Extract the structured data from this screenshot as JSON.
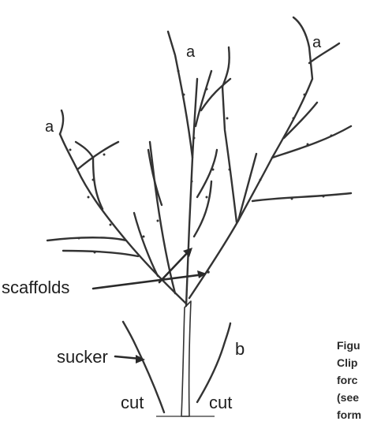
{
  "figure": {
    "labels": {
      "branch_tips": [
        "a",
        "a",
        "a"
      ],
      "scaffolds": "scaffolds",
      "sucker": "sucker",
      "sucker_b": "b",
      "cut_left": "cut",
      "cut_right": "cut"
    },
    "caption_lines": [
      "Figu",
      "Clip",
      "forc",
      "(see",
      "form"
    ]
  },
  "colors": {
    "ink": "#2f2f2f",
    "background": "#ffffff"
  }
}
